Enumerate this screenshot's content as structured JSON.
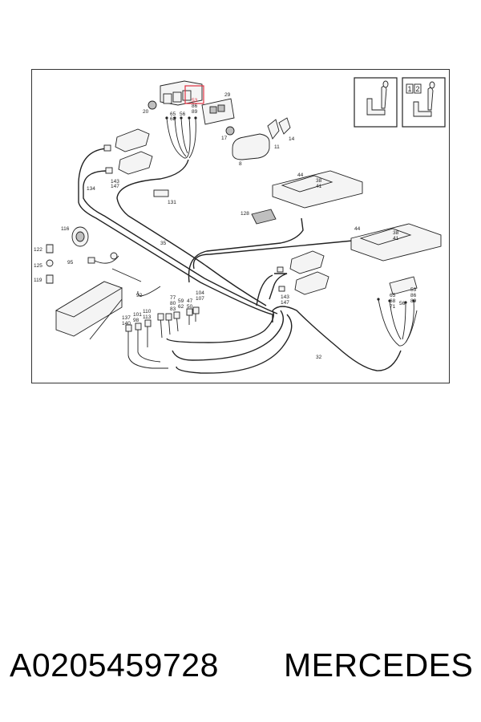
{
  "diagram": {
    "callouts": {
      "c20": "20",
      "c65": "65",
      "c68": "68",
      "c56": "56",
      "c86": "86",
      "c89": "89",
      "c53": "53",
      "c29": "29",
      "c17": "17",
      "c11": "11",
      "c14": "14",
      "c8": "8",
      "c134": "134",
      "c143a": "143",
      "c147a": "147",
      "c131": "131",
      "c44a": "44",
      "c38a": "38",
      "c41a": "41",
      "c128": "128",
      "c116": "116",
      "c35": "35",
      "c44b": "44",
      "c38b": "38",
      "c41b": "41",
      "c122": "122",
      "c125": "125",
      "c119": "119",
      "c95": "95",
      "c143b": "143",
      "c147b": "147",
      "c53b": "53",
      "c86b": "86",
      "c65b": "65",
      "c68b": "68",
      "c71": "71",
      "c56b": "56",
      "c89b": "89",
      "c92": "92",
      "c104": "104",
      "c107": "107",
      "c77": "77",
      "c80": "80",
      "c83": "83",
      "c59": "59",
      "c62": "62",
      "c47": "47",
      "c50": "50",
      "c137": "137",
      "c140": "140",
      "c101": "101",
      "c98": "98",
      "c110": "110",
      "c113": "113",
      "c32": "32"
    },
    "seat_icon_numbers": [
      "1",
      "2"
    ],
    "highlight_color": "#e03040"
  },
  "footer": {
    "part_number": "A0205459728",
    "brand": "MERCEDES"
  }
}
